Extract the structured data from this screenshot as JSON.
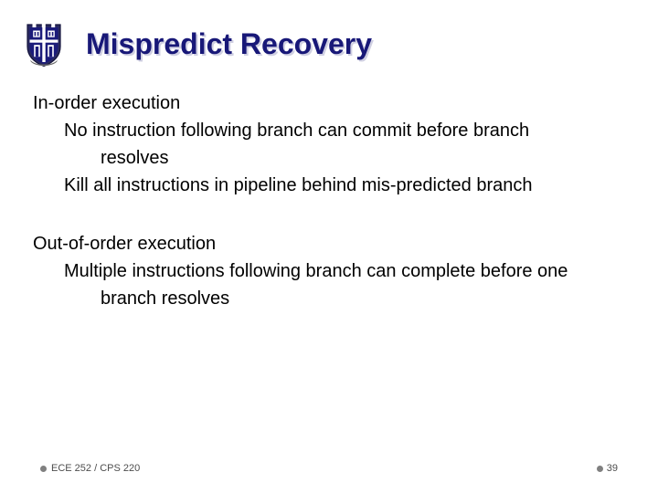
{
  "slide": {
    "title": "Mispredict Recovery",
    "logo_icon": "duke-shield-icon",
    "title_color": "#181878",
    "background_color": "#ffffff",
    "body_text_color": "#000000"
  },
  "body": {
    "groups": [
      {
        "bullets": [
          {
            "level": 0,
            "text": "In-order execution"
          },
          {
            "level": 1,
            "text": "No instruction following branch can commit before branch resolves"
          },
          {
            "level": 1,
            "text": "Kill all instructions in pipeline behind mis-predicted branch"
          }
        ]
      },
      {
        "bullets": [
          {
            "level": 0,
            "text": "Out-of-order execution"
          },
          {
            "level": 1,
            "text": "Multiple instructions following branch can complete before one branch resolves"
          }
        ]
      }
    ]
  },
  "footer": {
    "course": "ECE 252 / CPS 220",
    "page_number": "39",
    "bullet_icon": "bullet-dot-icon",
    "bullet_color": "#808080",
    "text_color": "#4d4d4d"
  }
}
